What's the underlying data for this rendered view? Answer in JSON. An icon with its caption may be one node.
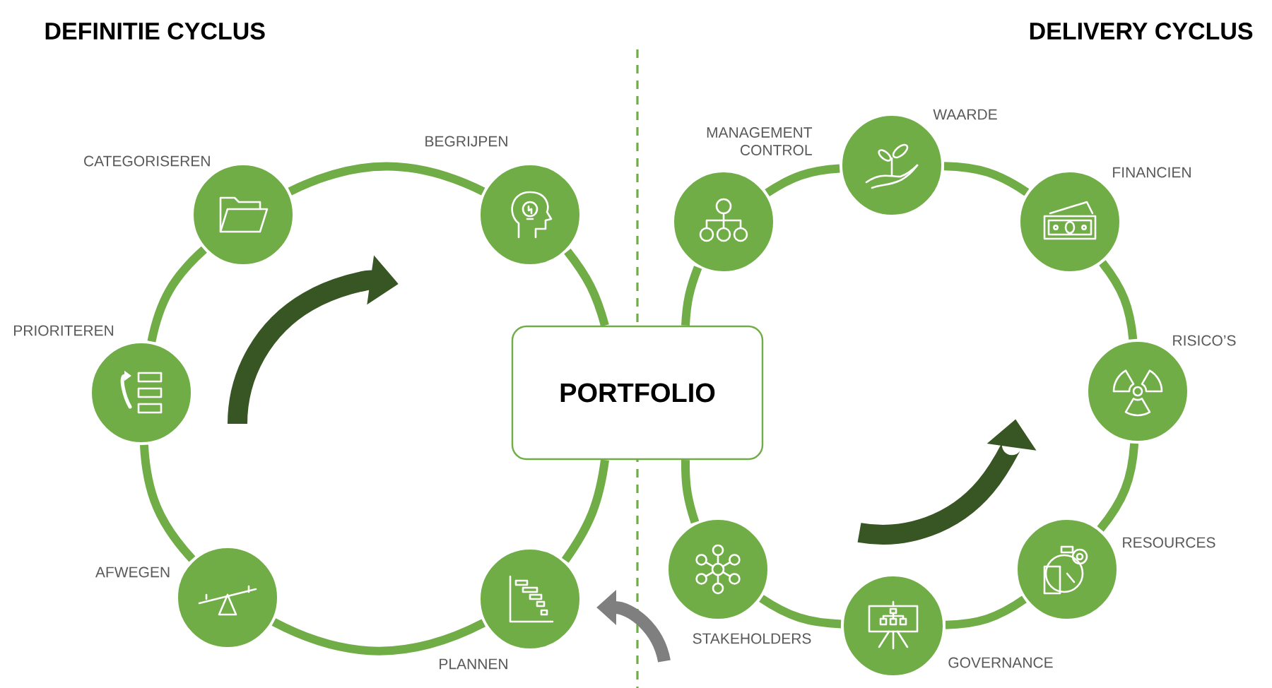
{
  "diagram": {
    "nodes": [
      {
        "text": [
          "CATEGORISEREN"
        ]
      },
      {
        "text": [
          "BEGRIJPEN"
        ]
      },
      {
        "text": [
          "PORTFOLIO"
        ]
      },
      {
        "text": [
          "PLANNEN"
        ]
      },
      {
        "text": [
          "AFWEGEN"
        ]
      },
      {
        "text": [
          "PRIORITEREN"
        ]
      },
      {
        "text": [
          "MANAGEMENT CONTROL"
        ]
      },
      {
        "text": [
          "WAARDE"
        ]
      },
      {
        "text": [
          "FINANCIEN"
        ]
      },
      {
        "text": [
          "RISICO’S"
        ]
      },
      {
        "text": [
          "RESOURCES"
        ]
      },
      {
        "text": [
          "GOVERNANCE"
        ]
      },
      {
        "text": [
          "STAKEHOLDERS"
        ]
      }
    ],
    "edges": [
      {
        "from": 0,
        "to": 1,
        "arrow": "none"
      },
      {
        "from": 1,
        "to": 2,
        "arrow": "none"
      },
      {
        "from": 2,
        "to": 3,
        "arrow": "none"
      },
      {
        "from": 3,
        "to": 4,
        "arrow": "none"
      },
      {
        "from": 4,
        "to": 5,
        "arrow": "none"
      },
      {
        "from": 5,
        "to": 0,
        "arrow": "none"
      },
      {
        "from": 6,
        "to": 7,
        "arrow": "none"
      },
      {
        "from": 7,
        "to": 8,
        "arrow": "none"
      },
      {
        "from": 8,
        "to": 9,
        "arrow": "none"
      },
      {
        "from": 9,
        "to": 10,
        "arrow": "none"
      },
      {
        "from": 10,
        "to": 11,
        "arrow": "none"
      },
      {
        "from": 11,
        "to": 12,
        "arrow": "none"
      },
      {
        "from": 12,
        "to": 2,
        "arrow": "none"
      },
      {
        "from": 2,
        "to": 6,
        "arrow": "none"
      }
    ],
    "labels": [
      "DEFINITIE CYCLUS",
      "DELIVERY CYCLUS"
    ]
  }
}
